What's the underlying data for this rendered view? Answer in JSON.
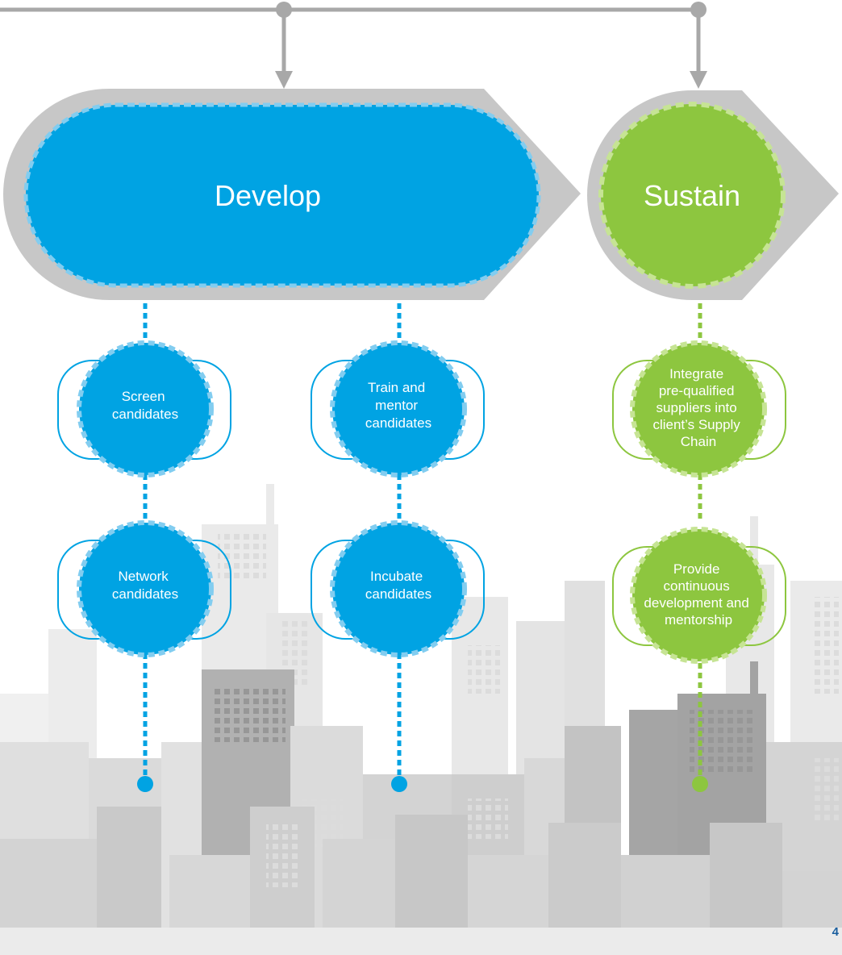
{
  "colors": {
    "blue": "#00a3e3",
    "blue_dash": "#82cdf0",
    "green": "#8dc63f",
    "green_dash": "#c6e494",
    "frame": "#c7c7c7",
    "connector": "#a8a8a8"
  },
  "stages": [
    {
      "id": "develop",
      "label": "Develop",
      "color": "blue"
    },
    {
      "id": "sustain",
      "label": "Sustain",
      "color": "green"
    }
  ],
  "steps": [
    {
      "id": "screen",
      "lines": [
        "Screen",
        "candidates"
      ],
      "color": "blue"
    },
    {
      "id": "network",
      "lines": [
        "Network",
        "candidates"
      ],
      "color": "blue"
    },
    {
      "id": "train",
      "lines": [
        "Train and",
        "mentor",
        "candidates"
      ],
      "color": "blue"
    },
    {
      "id": "incubate",
      "lines": [
        "Incubate",
        "candidates"
      ],
      "color": "blue"
    },
    {
      "id": "integrate",
      "lines": [
        "Integrate",
        "pre-qualified",
        "suppliers into",
        "client’s Supply",
        "Chain"
      ],
      "color": "green"
    },
    {
      "id": "provide",
      "lines": [
        "Provide",
        "continuous",
        "development and",
        "mentorship"
      ],
      "color": "green"
    }
  ],
  "page_number": "4"
}
